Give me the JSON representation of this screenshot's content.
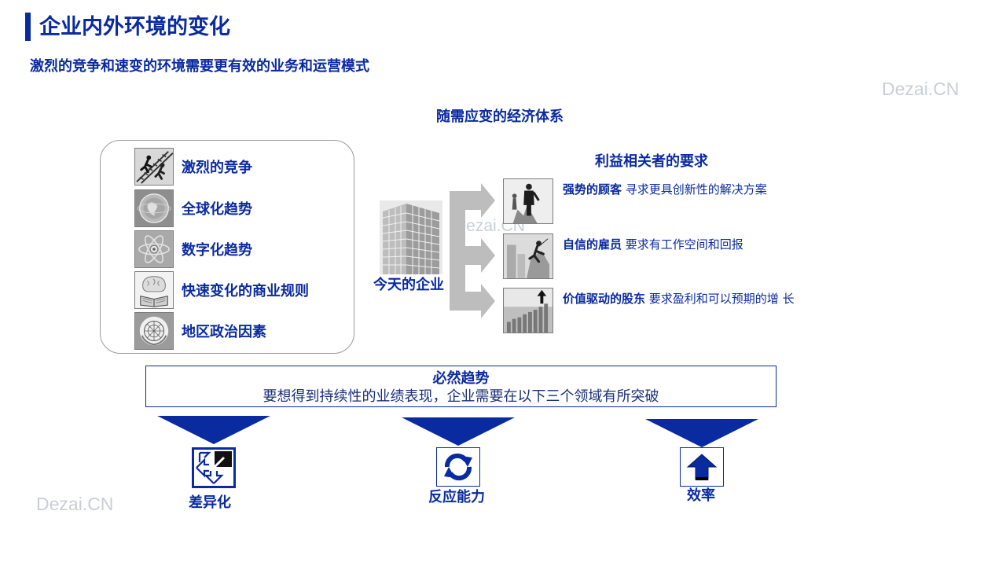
{
  "header": {
    "title": "企业内外环境的变化",
    "subtitle": "激烈的竞争和速变的环境需要更有效的业务和运营模式"
  },
  "watermarks": [
    "Dezai.CN",
    "Dezai.CN",
    "Dezai.CN"
  ],
  "center_heading": "随需应变的经济体系",
  "factors": [
    {
      "label": "激烈的竞争",
      "icon": "running-competitors-icon"
    },
    {
      "label": "全球化趋势",
      "icon": "globe-icon"
    },
    {
      "label": "数字化趋势",
      "icon": "atom-icon"
    },
    {
      "label": "快速变化的商业规则",
      "icon": "brain-book-icon"
    },
    {
      "label": "地区政治因素",
      "icon": "un-emblem-icon"
    }
  ],
  "company": {
    "label": "今天的企业",
    "icon": "skyscraper-icon"
  },
  "stakeholders": {
    "heading": "利益相关者的要求",
    "items": [
      {
        "name": "强势的顾客",
        "desc": "寻求更具创新性的解决方案",
        "icon": "businessman-icon"
      },
      {
        "name": "自信的雇员",
        "desc": "要求有工作空间和回报",
        "icon": "climber-icon"
      },
      {
        "name": "价值驱动的股东",
        "desc": "要求盈利和可以预期的增 长",
        "icon": "growth-bars-icon"
      }
    ]
  },
  "trend": {
    "title": "必然趋势",
    "desc": "要想得到持续性的业绩表现，企业需要在以下三个领域有所突破"
  },
  "areas": [
    {
      "label": "差异化",
      "icon": "differentiation-arrows-icon"
    },
    {
      "label": "反应能力",
      "icon": "refresh-cycle-icon"
    },
    {
      "label": "效率",
      "icon": "up-arrow-icon"
    }
  ],
  "colors": {
    "primary": "#0a2aa0",
    "border": "#9a9a9a",
    "arrow": "#bdbdbd",
    "watermark": "#c9ced8"
  }
}
